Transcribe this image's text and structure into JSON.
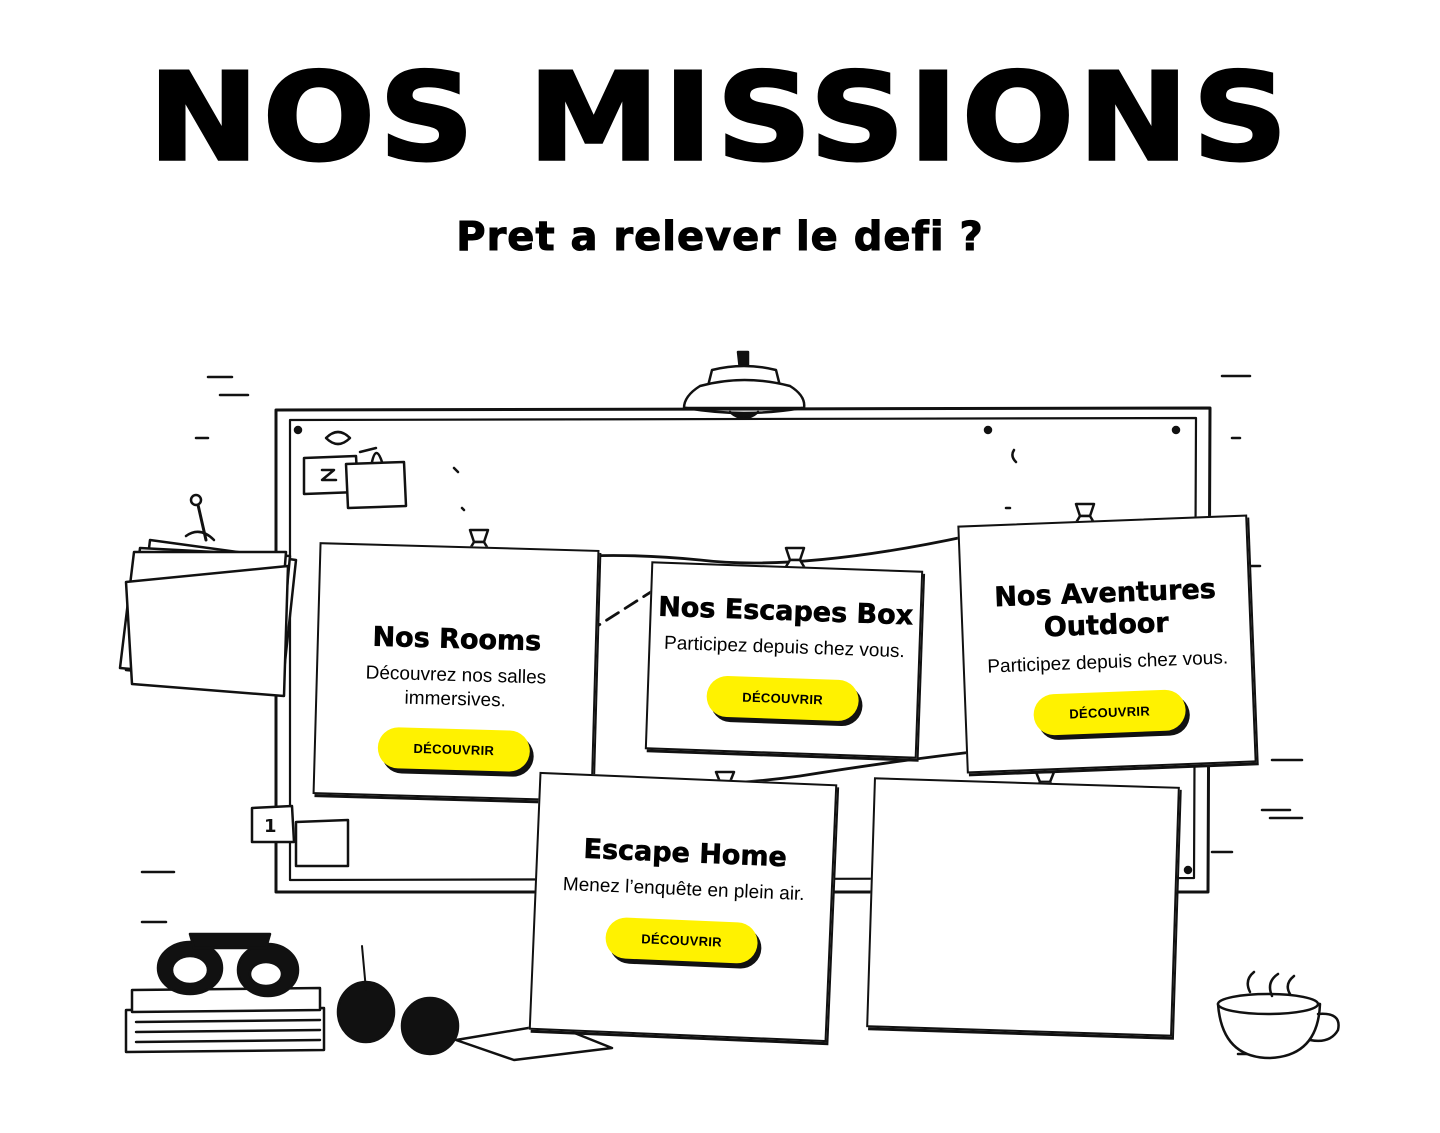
{
  "header": {
    "title": "NOS MISSIONS",
    "subtitle": "Pret a relever le defi ?"
  },
  "cards": [
    {
      "title": "Nos Rooms",
      "description": "Découvrez nos salles immersives.",
      "button": "DÉCOUVRIR"
    },
    {
      "title": "Nos Escapes Box",
      "description": "Participez depuis chez vous.",
      "button": "DÉCOUVRIR"
    },
    {
      "title": "Nos Aventures Outdoor",
      "description": "Participez depuis chez vous.",
      "button": "DÉCOUVRIR"
    },
    {
      "title": "Escape Home",
      "description": "Menez l’enquête en plein air.",
      "button": "DÉCOUVRIR"
    }
  ],
  "board": {
    "tag_number": "1"
  },
  "colors": {
    "accent": "#fff200",
    "ink": "#111111",
    "background": "#ffffff"
  }
}
